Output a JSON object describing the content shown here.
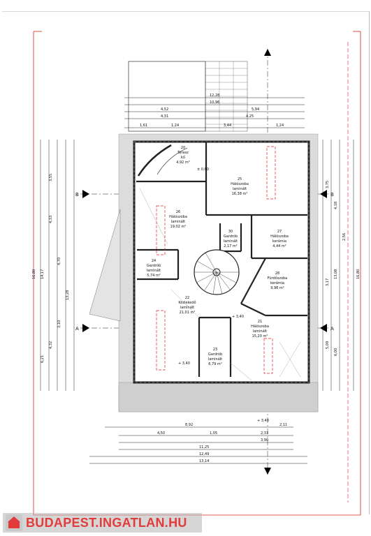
{
  "rooms": [
    {
      "id": "25",
      "name": "Hálószoba",
      "floor": "laminált",
      "area": "16,38 m²"
    },
    {
      "id": "26",
      "name": "Hálószoba",
      "floor": "laminált",
      "area": "19,02 m²"
    },
    {
      "id": "24",
      "name": "Gardrób",
      "floor": "laminált",
      "area": "5,74 m²"
    },
    {
      "id": "27",
      "name": "Hálószoba",
      "floor": "kerámia",
      "area": "4,44 m²"
    },
    {
      "id": "28",
      "name": "Fürdőszoba",
      "floor": "kerámia",
      "area": "9,98 m²"
    },
    {
      "id": "22",
      "name": "Közlekedő",
      "floor": "laminált",
      "area": "21,01 m²"
    },
    {
      "id": "21",
      "name": "Hálószoba",
      "floor": "laminált",
      "area": "15,20 m²"
    },
    {
      "id": "30",
      "name": "Gardrób",
      "floor": "laminált",
      "area": "2,17 m²"
    },
    {
      "id": "23",
      "name": "Gardrób",
      "floor": "laminált",
      "area": "6,79 m²"
    },
    {
      "id": "20",
      "name": "Terasz",
      "floor": "kő",
      "area": "4,92 m²"
    }
  ],
  "dims_top": [
    "12,28",
    "10,96",
    "4,52",
    "5,94",
    "4,31",
    "4,25",
    "1,61",
    "1,24",
    "3,44",
    "1,24"
  ],
  "dims_bottom": [
    "8,92",
    "2,11",
    "4,50",
    "1,05",
    "2,33",
    "3,90",
    "11,25",
    "12,49",
    "13,14"
  ],
  "dims_left": [
    "3,55",
    "4,33",
    "4,70",
    "13,28",
    "3,10",
    "4,32",
    "6,21",
    "14,17",
    "16,80"
  ],
  "dims_right": [
    "3,75",
    "4,18",
    "2,56",
    "13,08",
    "3,17",
    "5,09",
    "6,00",
    "16,80"
  ],
  "level_marks": [
    "+ 3,40",
    "± 0,00",
    "+ 3,40",
    "+ 3,40"
  ],
  "section_marks": {
    "a": "A",
    "b": "B"
  },
  "watermark": {
    "text": "BUDAPEST.INGATLAN.HU",
    "color": "#e23b3b"
  }
}
